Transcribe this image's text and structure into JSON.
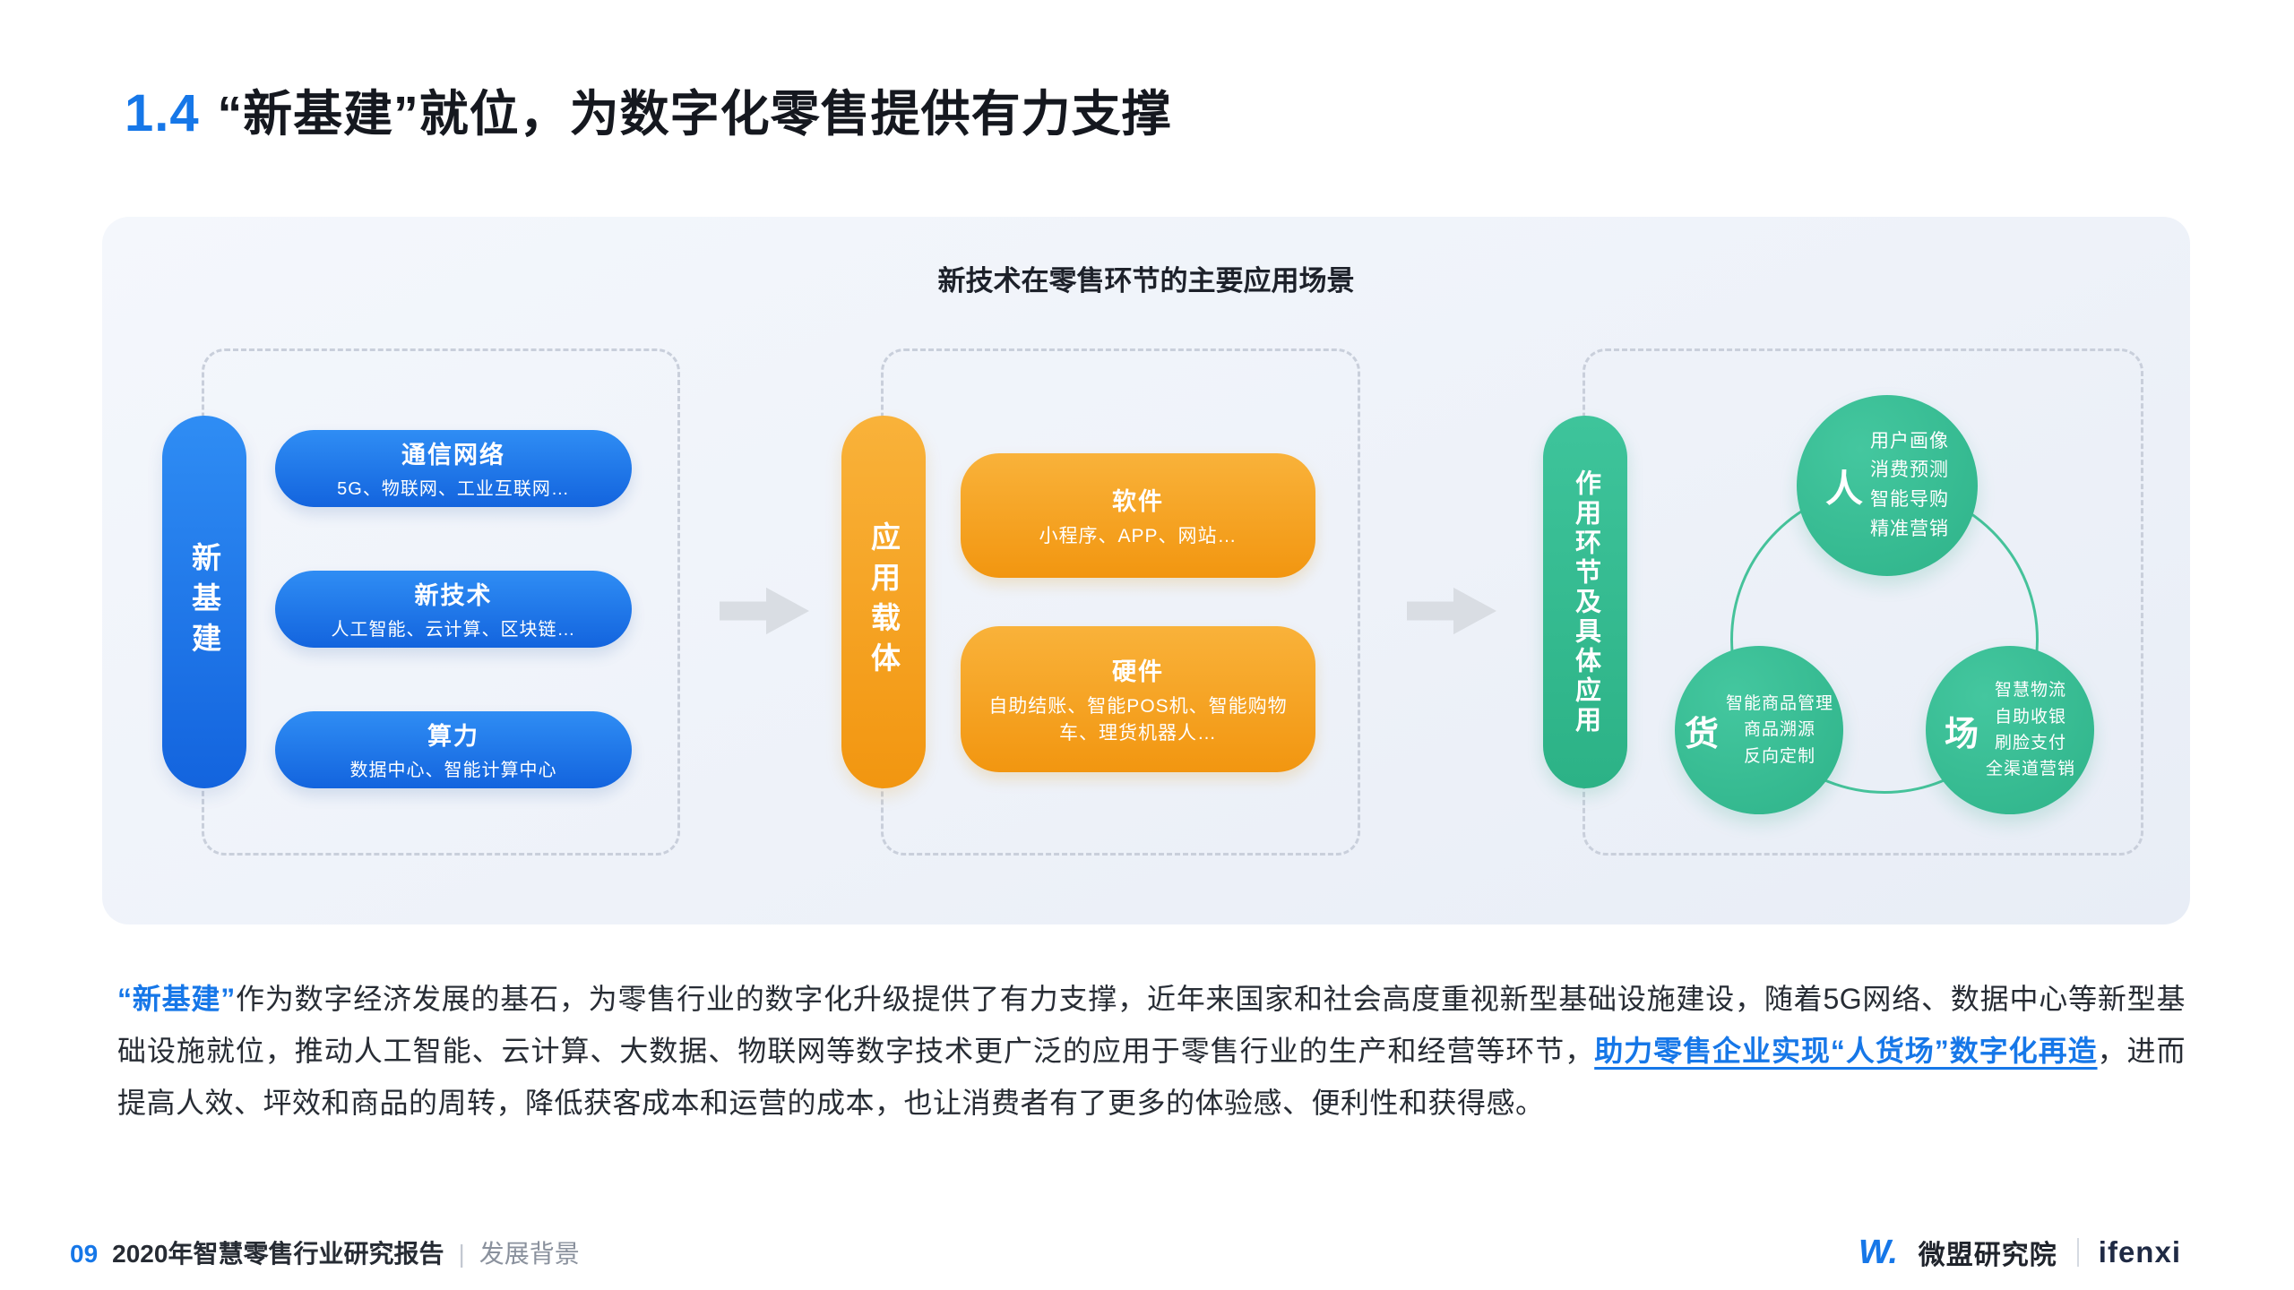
{
  "page": {
    "section_number": "1.4",
    "title": "“新基建”就位，为数字化零售提供有力支撑"
  },
  "diagram": {
    "title": "新技术在零售环节的主要应用场景",
    "groups": [
      {
        "pill": "新基建",
        "items": [
          {
            "title": "通信网络",
            "subtitle": "5G、物联网、工业互联网…"
          },
          {
            "title": "新技术",
            "subtitle": "人工智能、云计算、区块链…"
          },
          {
            "title": "算力",
            "subtitle": "数据中心、智能计算中心"
          }
        ]
      },
      {
        "pill": "应用载体",
        "items": [
          {
            "title": "软件",
            "subtitle": "小程序、APP、网站…"
          },
          {
            "title": "硬件",
            "subtitle": "自助结账、智能POS机、智能购物车、理货机器人…"
          }
        ]
      },
      {
        "pill": "作用环节及具体应用",
        "circles": [
          {
            "label": "人",
            "lines": [
              "用户画像",
              "消费预测",
              "智能导购",
              "精准营销"
            ]
          },
          {
            "label": "货",
            "lines": [
              "智能商品管理",
              "商品溯源",
              "反向定制"
            ]
          },
          {
            "label": "场",
            "lines": [
              "智慧物流",
              "自助收银",
              "刷脸支付",
              "全渠道营销"
            ]
          }
        ]
      }
    ]
  },
  "paragraph": {
    "highlight1": "“新基建”",
    "text1": "作为数字经济发展的基石，为零售行业的数字化升级提供了有力支撑，近年来国家和社会高度重视新型基础设施建设，随着5G网络、数据中心等新型基础设施就位，推动人工智能、云计算、大数据、物联网等数字技术更广泛的应用于零售行业的生产和经营等环节，",
    "highlight2": "助力零售企业实现“人货场”数字化再造",
    "text2": "，进而提高人效、坪效和商品的周转，降低获客成本和运营的成本，也让消费者有了更多的体验感、便利性和获得感。"
  },
  "footer": {
    "page_number": "09",
    "report_title": "2020年智慧零售行业研究报告",
    "separator": "|",
    "section": "发展背景",
    "logo_mark": "W.",
    "logo_weimob": "微盟研究院",
    "logo_ifenxi": "ifenxi"
  }
}
